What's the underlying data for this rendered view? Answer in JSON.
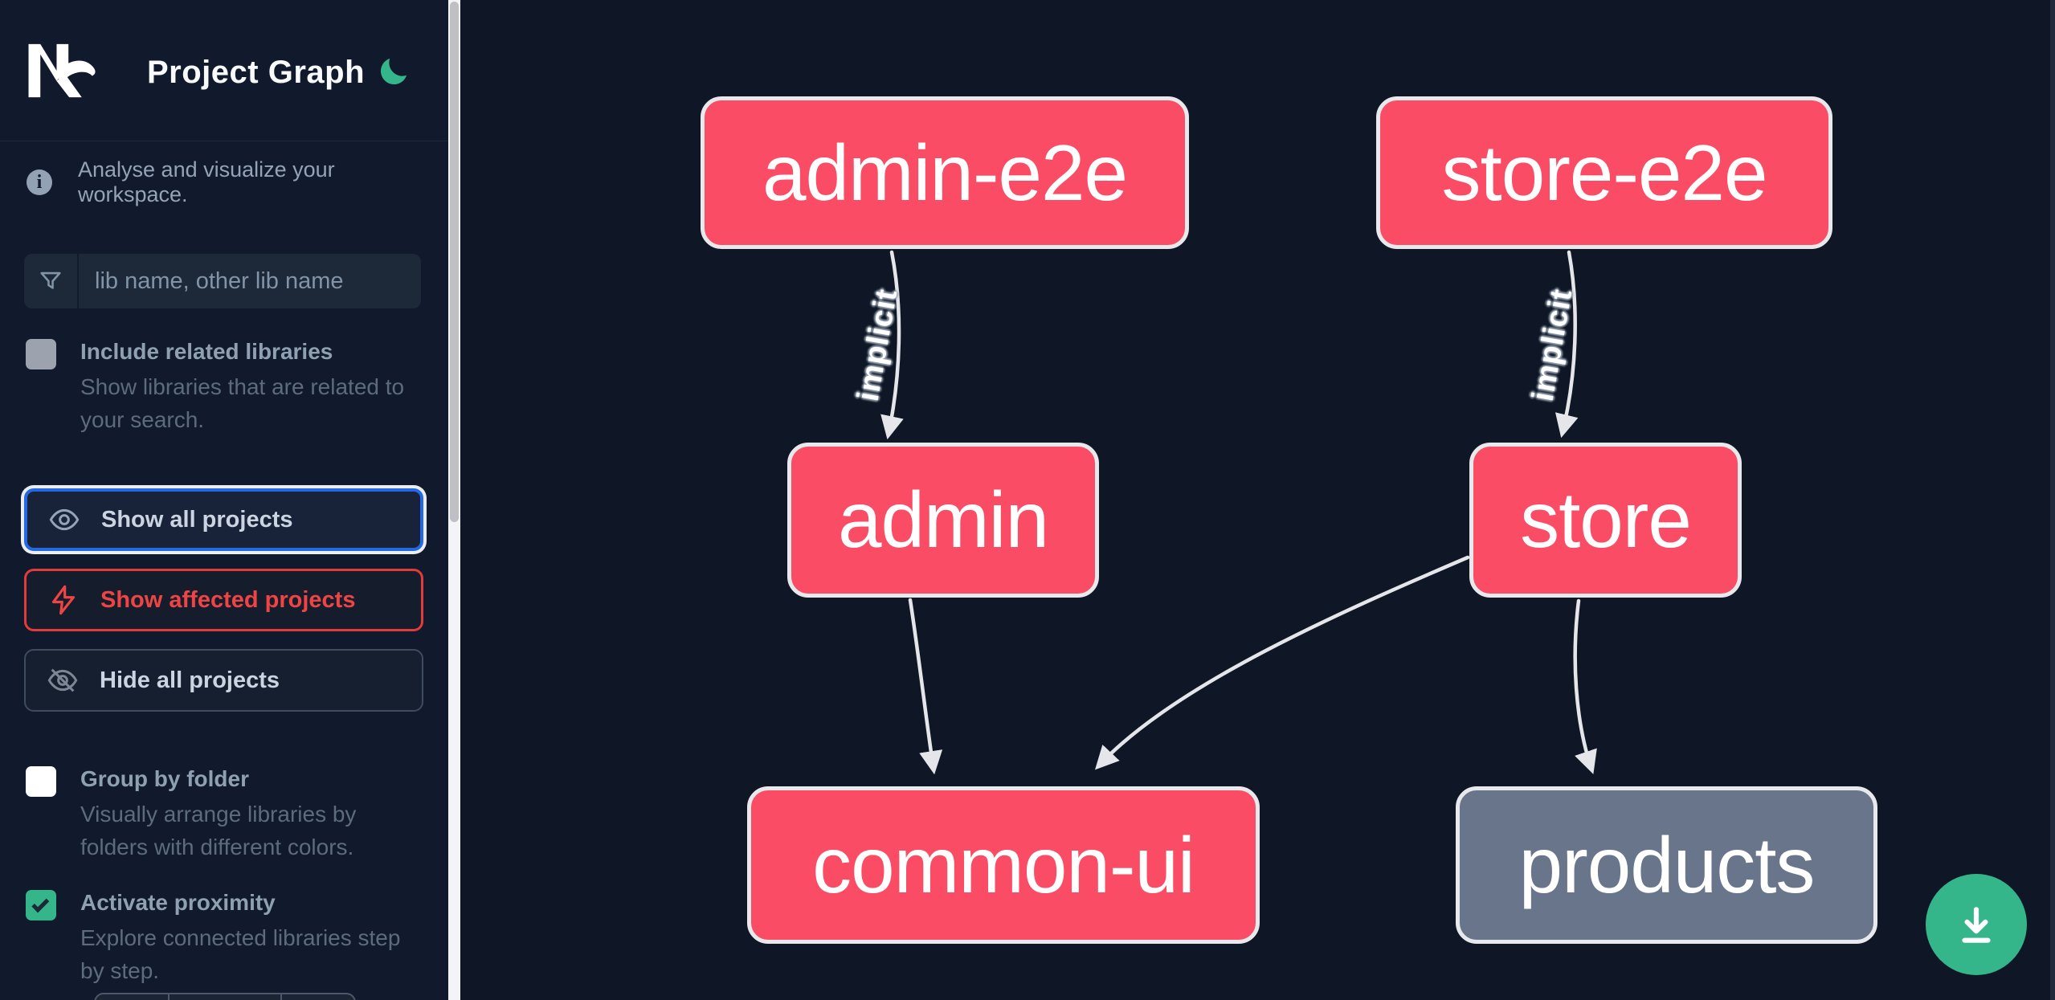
{
  "header": {
    "title": "Project Graph"
  },
  "sidebar": {
    "tagline": "Analyse and visualize your workspace.",
    "search": {
      "placeholder": "lib name, other lib name"
    },
    "buttons": [
      {
        "label": "Show all projects",
        "state": "focused"
      },
      {
        "label": "Show affected projects",
        "state": "danger"
      },
      {
        "label": "Hide all projects",
        "state": "default"
      }
    ],
    "checkboxes": [
      {
        "label": "Include related libraries",
        "description": "Show libraries that are related to your search.",
        "checked": false
      },
      {
        "label": "Group by folder",
        "description": "Visually arrange libraries by folders with different colors.",
        "checked": false
      },
      {
        "label": "Activate proximity",
        "description": "Explore connected libraries step by step.",
        "checked": true
      }
    ]
  },
  "graph": {
    "nodes": [
      {
        "id": "admin-e2e",
        "label": "admin-e2e",
        "color": "#fb4c66"
      },
      {
        "id": "store-e2e",
        "label": "store-e2e",
        "color": "#fb4c66"
      },
      {
        "id": "admin",
        "label": "admin",
        "color": "#fb4c66"
      },
      {
        "id": "store",
        "label": "store",
        "color": "#fb4c66"
      },
      {
        "id": "common-ui",
        "label": "common-ui",
        "color": "#fb4c66"
      },
      {
        "id": "products",
        "label": "products",
        "color": "#68758a"
      }
    ],
    "edges": [
      {
        "source": "admin-e2e",
        "target": "admin",
        "label": "implicit"
      },
      {
        "source": "store-e2e",
        "target": "store",
        "label": "implicit"
      },
      {
        "source": "admin",
        "target": "common-ui",
        "label": ""
      },
      {
        "source": "store",
        "target": "common-ui",
        "label": ""
      },
      {
        "source": "store",
        "target": "products",
        "label": ""
      }
    ]
  },
  "colors": {
    "node_affected": "#fb4c66",
    "node_default": "#68758a",
    "edge": "#e4e6ea",
    "accent_green": "#34b58a",
    "focus_blue": "#2468e5",
    "danger_red": "#ef4444"
  }
}
